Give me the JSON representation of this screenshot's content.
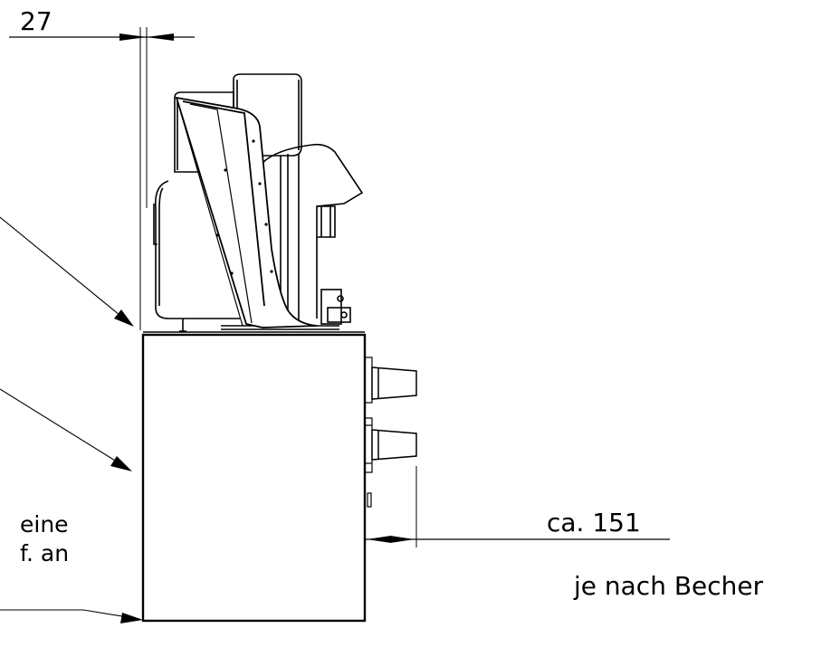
{
  "dimensions": {
    "top_gap": "27",
    "cup_offset": "ca. 151",
    "cup_note": "je nach Becher"
  },
  "left_notes": {
    "line1": "eine",
    "line2": "f. an"
  },
  "colors": {
    "line": "#000000",
    "background": "#ffffff"
  }
}
